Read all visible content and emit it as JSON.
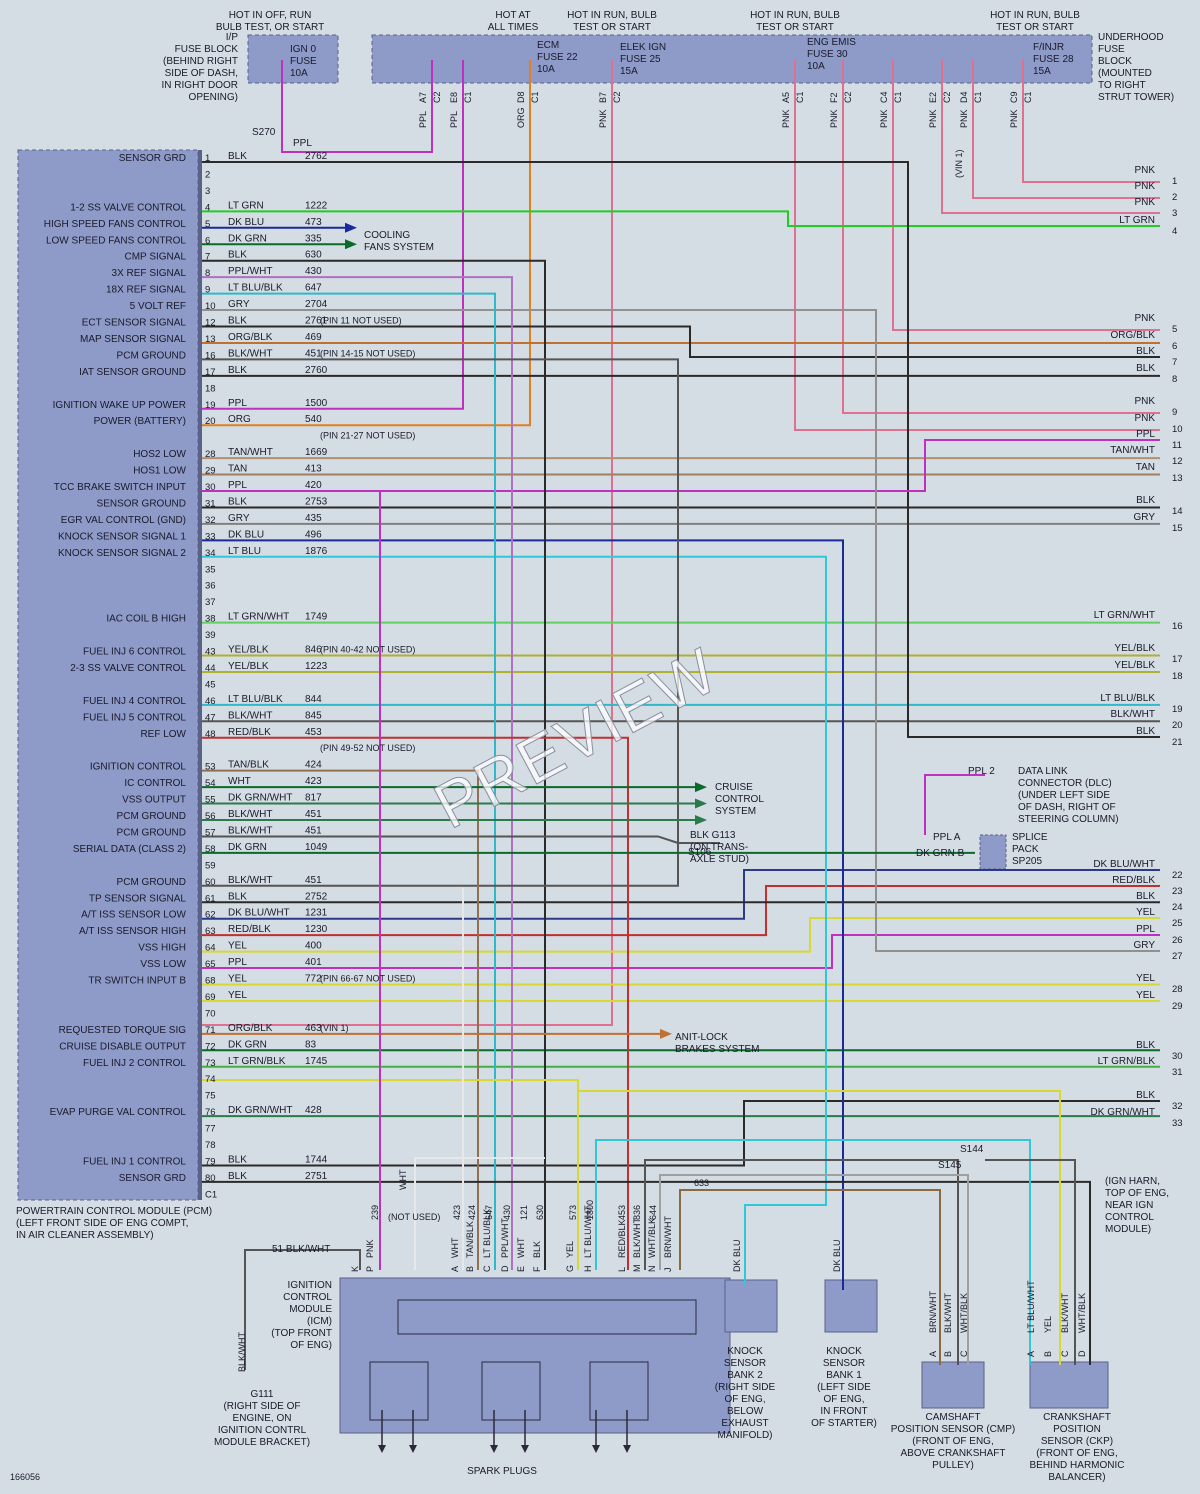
{
  "watermark": "PREVIEW",
  "diagram_number": "166056",
  "top_labels": {
    "ign_hot": "HOT IN OFF, RUN\nBULB TEST, OR START",
    "ip_fuse_block": "I/P\nFUSE BLOCK\n(BEHIND RIGHT\nSIDE OF DASH,\nIN RIGHT DOOR\nOPENING)",
    "ign0_fuse": "IGN 0\nFUSE\n10A",
    "hot_all_times": "HOT AT\nALL TIMES",
    "hot_run_bulb_1": "HOT IN RUN, BULB\nTEST OR START",
    "hot_run_bulb_2": "HOT IN RUN, BULB\nTEST OR START",
    "hot_run_bulb_3": "HOT IN RUN, BULB\nTEST OR START",
    "ecm_fuse": "ECM\nFUSE 22\n10A",
    "elek_fuse": "ELEK IGN\nFUSE 25\n15A",
    "eng_emis_fuse": "ENG EMIS\nFUSE 30\n10A",
    "finjr_fuse": "F/INJR\nFUSE 28\n15A",
    "underhood": "UNDERHOOD\nFUSE\nBLOCK\n(MOUNTED\nTO RIGHT\nSTRUT TOWER)",
    "s270": "S270",
    "ppl": "PPL",
    "vin1": "(VIN 1)"
  },
  "fuse_connectors": [
    {
      "wire": "PPL",
      "pin": "A7",
      "conn": "C2"
    },
    {
      "wire": "PPL",
      "pin": "E8",
      "conn": "C1"
    },
    {
      "wire": "ORG",
      "pin": "D8",
      "conn": "C1"
    },
    {
      "wire": "PNK",
      "pin": "B7",
      "conn": "C2"
    },
    {
      "wire": "PNK",
      "pin": "A5",
      "conn": "C1"
    },
    {
      "wire": "PNK",
      "pin": "F2",
      "conn": "C2"
    },
    {
      "wire": "PNK",
      "pin": "C4",
      "conn": "C1"
    },
    {
      "wire": "PNK",
      "pin": "E2",
      "conn": "C2"
    },
    {
      "wire": "PNK",
      "pin": "D4",
      "conn": "C1"
    },
    {
      "wire": "PNK",
      "pin": "C9",
      "conn": "C1"
    }
  ],
  "pcm_caption": "POWERTRAIN CONTROL MODULE (PCM)\n(LEFT FRONT SIDE OF ENG COMPT,\nIN AIR CLEANER ASSEMBLY)",
  "pcm_pins": [
    {
      "label": "SENSOR GRD",
      "pin": "1",
      "wire": "BLK",
      "circuit": "2762",
      "color": "#2a2a2a"
    },
    {
      "label": "",
      "pin": "2",
      "wire": "",
      "circuit": "",
      "color": ""
    },
    {
      "label": "",
      "pin": "3",
      "wire": "",
      "circuit": "",
      "color": ""
    },
    {
      "label": "1-2 SS VALVE CONTROL",
      "pin": "4",
      "wire": "LT GRN",
      "circuit": "1222",
      "color": "#22cc22"
    },
    {
      "label": "HIGH SPEED FANS CONTROL",
      "pin": "5",
      "wire": "DK BLU",
      "circuit": "473",
      "color": "#1a2a9a"
    },
    {
      "label": "LOW SPEED FANS CONTROL",
      "pin": "6",
      "wire": "DK GRN",
      "circuit": "335",
      "color": "#0a6a2a"
    },
    {
      "label": "CMP SIGNAL",
      "pin": "7",
      "wire": "BLK",
      "circuit": "630",
      "color": "#2a2a2a"
    },
    {
      "label": "3X REF SIGNAL",
      "pin": "8",
      "wire": "PPL/WHT",
      "circuit": "430",
      "color": "#b070c0"
    },
    {
      "label": "18X REF SIGNAL",
      "pin": "9",
      "wire": "LT BLU/BLK",
      "circuit": "647",
      "color": "#30b8c8"
    },
    {
      "label": "5 VOLT REF",
      "pin": "10",
      "wire": "GRY",
      "circuit": "2704",
      "color": "#909090"
    },
    {
      "label": "ECT SENSOR SIGNAL",
      "pin": "12",
      "wire": "BLK",
      "circuit": "2761",
      "color": "#2a2a2a",
      "note": "(PIN 11 NOT USED)"
    },
    {
      "label": "MAP SENSOR SIGNAL",
      "pin": "13",
      "wire": "ORG/BLK",
      "circuit": "469",
      "color": "#c07030"
    },
    {
      "label": "PCM GROUND",
      "pin": "16",
      "wire": "BLK/WHT",
      "circuit": "451",
      "color": "#555555",
      "note": "(PIN 14-15 NOT USED)"
    },
    {
      "label": "IAT SENSOR GROUND",
      "pin": "17",
      "wire": "BLK",
      "circuit": "2760",
      "color": "#2a2a2a"
    },
    {
      "label": "",
      "pin": "18",
      "wire": "",
      "circuit": "",
      "color": ""
    },
    {
      "label": "IGNITION WAKE UP POWER",
      "pin": "19",
      "wire": "PPL",
      "circuit": "1500",
      "color": "#c030c0"
    },
    {
      "label": "POWER (BATTERY)",
      "pin": "20",
      "wire": "ORG",
      "circuit": "540",
      "color": "#e08020"
    },
    {
      "label": "",
      "pin": "",
      "wire": "",
      "circuit": "",
      "color": "",
      "note": "(PIN 21-27 NOT USED)"
    },
    {
      "label": "HOS2 LOW",
      "pin": "28",
      "wire": "TAN/WHT",
      "circuit": "1669",
      "color": "#b09070"
    },
    {
      "label": "HOS1 LOW",
      "pin": "29",
      "wire": "TAN",
      "circuit": "413",
      "color": "#a08060"
    },
    {
      "label": "TCC BRAKE SWITCH INPUT",
      "pin": "30",
      "wire": "PPL",
      "circuit": "420",
      "color": "#c030c0"
    },
    {
      "label": "SENSOR GROUND",
      "pin": "31",
      "wire": "BLK",
      "circuit": "2753",
      "color": "#2a2a2a"
    },
    {
      "label": "EGR VAL CONTROL (GND)",
      "pin": "32",
      "wire": "GRY",
      "circuit": "435",
      "color": "#808080"
    },
    {
      "label": "KNOCK SENSOR SIGNAL 1",
      "pin": "33",
      "wire": "DK BLU",
      "circuit": "496",
      "color": "#1a2a9a"
    },
    {
      "label": "KNOCK SENSOR SIGNAL 2",
      "pin": "34",
      "wire": "LT BLU",
      "circuit": "1876",
      "color": "#30c8d8"
    },
    {
      "label": "",
      "pin": "35",
      "wire": "",
      "circuit": "",
      "color": ""
    },
    {
      "label": "",
      "pin": "36",
      "wire": "",
      "circuit": "",
      "color": ""
    },
    {
      "label": "",
      "pin": "37",
      "wire": "",
      "circuit": "",
      "color": ""
    },
    {
      "label": "IAC COIL B HIGH",
      "pin": "38",
      "wire": "LT GRN/WHT",
      "circuit": "1749",
      "color": "#60d060"
    },
    {
      "label": "",
      "pin": "39",
      "wire": "",
      "circuit": "",
      "color": ""
    },
    {
      "label": "FUEL INJ 6 CONTROL",
      "pin": "43",
      "wire": "YEL/BLK",
      "circuit": "846",
      "color": "#b0b030",
      "note": "(PIN 40-42 NOT USED)"
    },
    {
      "label": "2-3 SS VALVE CONTROL",
      "pin": "44",
      "wire": "YEL/BLK",
      "circuit": "1223",
      "color": "#b0b030"
    },
    {
      "label": "",
      "pin": "45",
      "wire": "",
      "circuit": "",
      "color": ""
    },
    {
      "label": "FUEL INJ 4 CONTROL",
      "pin": "46",
      "wire": "LT BLU/BLK",
      "circuit": "844",
      "color": "#30b8c8"
    },
    {
      "label": "FUEL INJ 5 CONTROL",
      "pin": "47",
      "wire": "BLK/WHT",
      "circuit": "845",
      "color": "#555555"
    },
    {
      "label": "REF LOW",
      "pin": "48",
      "wire": "RED/BLK",
      "circuit": "453",
      "color": "#c03030"
    },
    {
      "label": "",
      "pin": "",
      "wire": "",
      "circuit": "",
      "color": "",
      "note": "(PIN 49-52 NOT USED)"
    },
    {
      "label": "IGNITION CONTROL",
      "pin": "53",
      "wire": "TAN/BLK",
      "circuit": "424",
      "color": "#907050"
    },
    {
      "label": "IC CONTROL",
      "pin": "54",
      "wire": "WHT",
      "circuit": "423",
      "color": "#e8e8e8"
    },
    {
      "label": "VSS OUTPUT",
      "pin": "55",
      "wire": "DK GRN/WHT",
      "circuit": "817",
      "color": "#2a7a4a"
    },
    {
      "label": "PCM GROUND",
      "pin": "56",
      "wire": "BLK/WHT",
      "circuit": "451",
      "color": "#555555"
    },
    {
      "label": "PCM GROUND",
      "pin": "57",
      "wire": "BLK/WHT",
      "circuit": "451",
      "color": "#555555"
    },
    {
      "label": "SERIAL DATA (CLASS 2)",
      "pin": "58",
      "wire": "DK GRN",
      "circuit": "1049",
      "color": "#0a6a2a"
    },
    {
      "label": "",
      "pin": "59",
      "wire": "",
      "circuit": "",
      "color": ""
    },
    {
      "label": "PCM GROUND",
      "pin": "60",
      "wire": "BLK/WHT",
      "circuit": "451",
      "color": "#555555"
    },
    {
      "label": "TP SENSOR SIGNAL",
      "pin": "61",
      "wire": "BLK",
      "circuit": "2752",
      "color": "#2a2a2a"
    },
    {
      "label": "A/T ISS SENSOR LOW",
      "pin": "62",
      "wire": "DK BLU/WHT",
      "circuit": "1231",
      "color": "#2a3a8a"
    },
    {
      "label": "A/T ISS SENSOR HIGH",
      "pin": "63",
      "wire": "RED/BLK",
      "circuit": "1230",
      "color": "#c03030"
    },
    {
      "label": "VSS HIGH",
      "pin": "64",
      "wire": "YEL",
      "circuit": "400",
      "color": "#d8d830"
    },
    {
      "label": "VSS LOW",
      "pin": "65",
      "wire": "PPL",
      "circuit": "401",
      "color": "#c030c0"
    },
    {
      "label": "TR SWITCH INPUT B",
      "pin": "68",
      "wire": "YEL",
      "circuit": "772",
      "color": "#d8d830",
      "note": "(PIN 66-67 NOT USED)"
    },
    {
      "label": "",
      "pin": "69",
      "wire": "YEL",
      "circuit": "",
      "color": "#d8d830"
    },
    {
      "label": "",
      "pin": "70",
      "wire": "",
      "circuit": "",
      "color": ""
    },
    {
      "label": "REQUESTED TORQUE SIG",
      "pin": "71",
      "wire": "ORG/BLK",
      "circuit": "463",
      "color": "#c07030",
      "note": "(VIN 1)"
    },
    {
      "label": "CRUISE DISABLE OUTPUT",
      "pin": "72",
      "wire": "DK GRN",
      "circuit": "83",
      "color": "#0a6a2a"
    },
    {
      "label": "FUEL INJ 2 CONTROL",
      "pin": "73",
      "wire": "LT GRN/BLK",
      "circuit": "1745",
      "color": "#40b040"
    },
    {
      "label": "",
      "pin": "74",
      "wire": "",
      "circuit": "",
      "color": ""
    },
    {
      "label": "",
      "pin": "75",
      "wire": "",
      "circuit": "",
      "color": ""
    },
    {
      "label": "EVAP PURGE VAL CONTROL",
      "pin": "76",
      "wire": "DK GRN/WHT",
      "circuit": "428",
      "color": "#2a7a4a"
    },
    {
      "label": "",
      "pin": "77",
      "wire": "",
      "circuit": "",
      "color": ""
    },
    {
      "label": "",
      "pin": "78",
      "wire": "",
      "circuit": "",
      "color": ""
    },
    {
      "label": "FUEL INJ 1 CONTROL",
      "pin": "79",
      "wire": "BLK",
      "circuit": "1744",
      "color": "#2a2a2a"
    },
    {
      "label": "SENSOR GRD",
      "pin": "80",
      "wire": "BLK",
      "circuit": "2751",
      "color": "#2a2a2a"
    },
    {
      "label": "",
      "pin": "C1",
      "wire": "",
      "circuit": "",
      "color": ""
    }
  ],
  "right_outputs": [
    {
      "wire": "PNK",
      "num": "1"
    },
    {
      "wire": "PNK",
      "num": "2"
    },
    {
      "wire": "PNK",
      "num": "3"
    },
    {
      "wire": "LT GRN",
      "num": "4"
    },
    {
      "wire": "PNK",
      "num": "5"
    },
    {
      "wire": "ORG/BLK",
      "num": "6"
    },
    {
      "wire": "BLK",
      "num": "7"
    },
    {
      "wire": "BLK",
      "num": "8"
    },
    {
      "wire": "PNK",
      "num": "9"
    },
    {
      "wire": "PNK",
      "num": "10"
    },
    {
      "wire": "PPL",
      "num": "11"
    },
    {
      "wire": "TAN/WHT",
      "num": "12"
    },
    {
      "wire": "TAN",
      "num": "13"
    },
    {
      "wire": "BLK",
      "num": "14"
    },
    {
      "wire": "GRY",
      "num": "15"
    },
    {
      "wire": "LT GRN/WHT",
      "num": "16"
    },
    {
      "wire": "YEL/BLK",
      "num": "17"
    },
    {
      "wire": "YEL/BLK",
      "num": "18"
    },
    {
      "wire": "LT BLU/BLK",
      "num": "19"
    },
    {
      "wire": "BLK/WHT",
      "num": "20"
    },
    {
      "wire": "BLK",
      "num": "21"
    },
    {
      "wire": "DK BLU/WHT",
      "num": "22"
    },
    {
      "wire": "RED/BLK",
      "num": "23"
    },
    {
      "wire": "BLK",
      "num": "24"
    },
    {
      "wire": "YEL",
      "num": "25"
    },
    {
      "wire": "PPL",
      "num": "26"
    },
    {
      "wire": "GRY",
      "num": "27"
    },
    {
      "wire": "YEL",
      "num": "28"
    },
    {
      "wire": "YEL",
      "num": "29"
    },
    {
      "wire": "BLK",
      "num": "30"
    },
    {
      "wire": "LT GRN/BLK",
      "num": "31"
    },
    {
      "wire": "BLK",
      "num": "32"
    },
    {
      "wire": "DK GRN/WHT",
      "num": "33"
    }
  ],
  "callouts": {
    "cooling": "COOLING\nFANS SYSTEM",
    "cruise": "CRUISE\nCONTROL\nSYSTEM",
    "g113": "BLK   G113\n(ON TRANS-\nAXLE STUD)",
    "s106": "S106",
    "dlc_ppl": "PPL    2",
    "dlc": "DATA LINK\nCONNECTOR (DLC)\n(UNDER LEFT SIDE\nOF DASH, RIGHT OF\nSTEERING COLUMN)",
    "splice_ppl": "PPL    A",
    "splice_dkgrn": "DK GRN   B",
    "splice": "SPLICE\nPACK\nSP205",
    "abs": "ANIT-LOCK\nBRAKES SYSTEM",
    "s144": "S144",
    "s145": "S145",
    "ign_harn": "(IGN HARN,\nTOP OF ENG,\nNEAR IGN\nCONTROL\nMODULE)",
    "not_used": "(NOT USED)",
    "wht": "WHT"
  },
  "icm": {
    "label": "IGNITION\nCONTROL\nMODULE\n(ICM)\n(TOP FRONT\nOF ENG)",
    "pins": [
      {
        "pin": "K",
        "wire": ""
      },
      {
        "pin": "P",
        "wire": "PNK"
      },
      {
        "pin": "A",
        "wire": "WHT"
      },
      {
        "pin": "B",
        "wire": "TAN/BLK"
      },
      {
        "pin": "C",
        "wire": "LT BLU/BLK"
      },
      {
        "pin": "D",
        "wire": "PPL/WHT"
      },
      {
        "pin": "E",
        "wire": "WHT"
      },
      {
        "pin": "F",
        "wire": "BLK"
      },
      {
        "pin": "G",
        "wire": "YEL"
      },
      {
        "pin": "H",
        "wire": "LT BLU/WHT"
      },
      {
        "pin": "L",
        "wire": "RED/BLK"
      },
      {
        "pin": "M",
        "wire": "BLK/WHT"
      },
      {
        "pin": "N",
        "wire": "WHT/BLK"
      },
      {
        "pin": "J",
        "wire": "BRN/WHT"
      }
    ],
    "circuits": [
      "239",
      "423",
      "424",
      "647",
      "430",
      "121",
      "630",
      "573",
      "1800",
      "453",
      "836",
      "644",
      "633"
    ],
    "g111_label": "51        BLK/WHT",
    "g111": "G111\n(RIGHT SIDE OF\nENGINE, ON\nIGNITION CONTRL\nMODULE BRACKET)",
    "ground_wire": "BLK/WHT",
    "spark_plugs": "SPARK PLUGS"
  },
  "sensors": {
    "knock2": {
      "wire": "DK BLU",
      "label": "KNOCK\nSENSOR\nBANK 2\n(RIGHT SIDE\nOF ENG,\nBELOW\nEXHAUST\nMANIFOLD)"
    },
    "knock1": {
      "wire": "DK BLU",
      "label": "KNOCK\nSENSOR\nBANK 1\n(LEFT SIDE\nOF ENG,\nIN FRONT\nOF STARTER)"
    },
    "cmp": {
      "wires": [
        "BRN/WHT",
        "BLK/WHT",
        "WHT/BLK"
      ],
      "pins": [
        "A",
        "B",
        "C"
      ],
      "label": "CAMSHAFT\nPOSITION SENSOR (CMP)\n(FRONT OF ENG,\nABOVE CRANKSHAFT\nPULLEY)"
    },
    "ckp": {
      "wires": [
        "LT BLU/WHT",
        "YEL",
        "BLK/WHT",
        "WHT/BLK"
      ],
      "pins": [
        "A",
        "B",
        "C",
        "D"
      ],
      "label": "CRANKSHAFT\nPOSITION\nSENSOR (CKP)\n(FRONT OF ENG,\nBEHIND HARMONIC\nBALANCER)"
    }
  }
}
